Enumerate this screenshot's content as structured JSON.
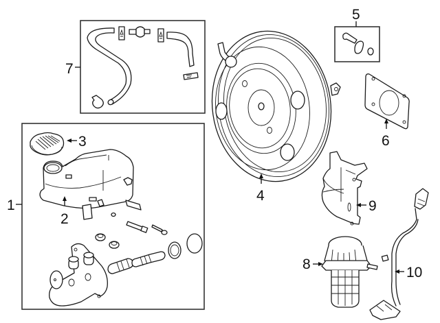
{
  "diagram": {
    "type": "exploded-parts-diagram",
    "subject": "Brake master cylinder and vacuum booster assembly",
    "callouts": [
      {
        "id": "1",
        "label": "1",
        "part": "master-cylinder-assembly-group"
      },
      {
        "id": "2",
        "label": "2",
        "part": "reservoir"
      },
      {
        "id": "3",
        "label": "3",
        "part": "reservoir-cap"
      },
      {
        "id": "4",
        "label": "4",
        "part": "brake-booster"
      },
      {
        "id": "5",
        "label": "5",
        "part": "booster-fittings-kit"
      },
      {
        "id": "6",
        "label": "6",
        "part": "booster-gasket"
      },
      {
        "id": "7",
        "label": "7",
        "part": "vacuum-hose-assembly-group"
      },
      {
        "id": "8",
        "label": "8",
        "part": "vacuum-pump"
      },
      {
        "id": "9",
        "label": "9",
        "part": "pump-bracket"
      },
      {
        "id": "10",
        "label": "10",
        "part": "wire-harness"
      }
    ]
  }
}
